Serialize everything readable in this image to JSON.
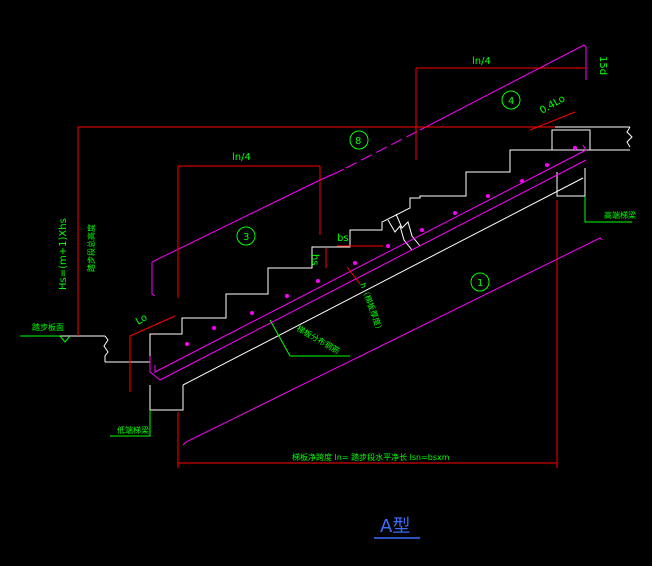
{
  "drawing": {
    "title": "A型",
    "colors": {
      "background": "#000000",
      "stair_outline": "#ffffff",
      "rebar": "#ff00ff",
      "dimension": "#ff0000",
      "label_green": "#00ff00",
      "title_blue": "#3a6cff",
      "rebar_dots": "#ff00ff"
    },
    "labels": {
      "top_dim": "ln/4",
      "left_dim": "ln/4",
      "ln_right": "0.4Lo",
      "right_15d": "15d",
      "bs": "bs",
      "hs": "hs",
      "lo": "Lo",
      "bar_1": "1",
      "bar_3": "3",
      "bar_4": "4",
      "bar_8": "8",
      "left_vertical": "Hs=(m+1)Xhs",
      "left_vertical_2": "踏步段总高度",
      "floor_label": "踏步板面",
      "bottom_beam": "低端梯梁",
      "top_beam": "高端梯梁",
      "bottom_dim": "梯板净跨度 ln= 踏步段水平净长 lsn=bsxm",
      "slab_thick": "h（梯板厚度）",
      "dist_bar": "梯板分布钢筋"
    }
  }
}
